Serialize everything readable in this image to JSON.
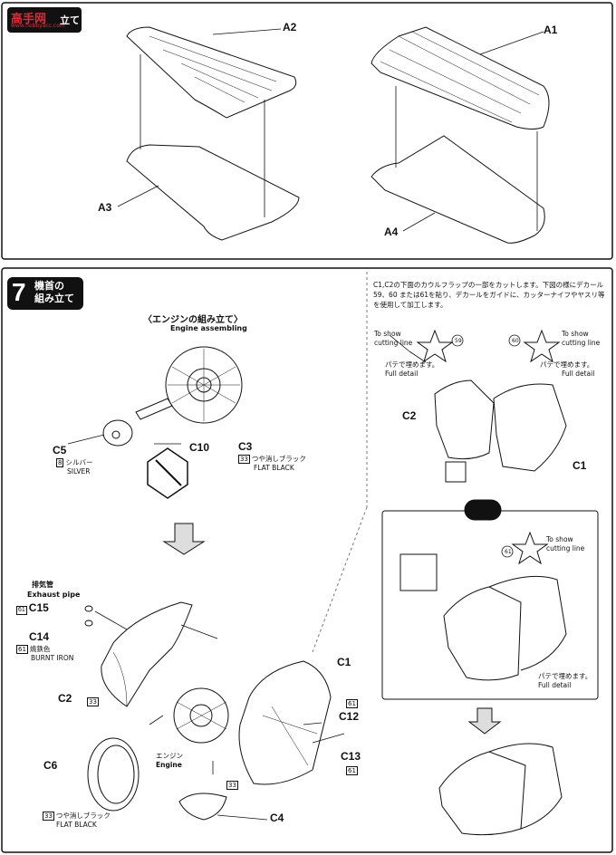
{
  "watermark": {
    "text": "高手网",
    "sub": "www.hobbyacc.com"
  },
  "step_top": {
    "title": "立て"
  },
  "step7": {
    "number": "7",
    "title_line1": "機首の",
    "title_line2": "組み立て"
  },
  "engine_section": {
    "title": "〈エンジンの組み立て〉",
    "subtitle": "Engine assembling"
  },
  "parts": {
    "A1": "A1",
    "A2": "A2",
    "A3": "A3",
    "A4": "A4",
    "C1": "C1",
    "C2": "C2",
    "C3": "C3",
    "C4": "C4",
    "C5": "C5",
    "C6": "C6",
    "C10": "C10",
    "C12": "C12",
    "C13": "C13",
    "C14": "C14",
    "C15": "C15"
  },
  "paints": {
    "silver_num": "8",
    "silver_jp": "シルバー",
    "silver_en": "SILVER",
    "flat_black_num": "33",
    "flat_black_jp": "つや消しブラック",
    "flat_black_en": "FLAT BLACK",
    "burnt_iron_num": "61",
    "burnt_iron_jp": "焼鉄色",
    "burnt_iron_en": "BURNT IRON",
    "num_61": "61",
    "num_33": "33"
  },
  "exhaust": {
    "jp": "排気管",
    "en": "Exhaust pipe"
  },
  "engine_label": {
    "jp": "エンジン",
    "en": "Engine"
  },
  "instruction": "C1,C2の下面のカウルフラップの一部をカットします。下図の様にデカール59、60 または61を貼り、デカールをガイドに、カッターナイフやヤスリ等を使用して加工します。",
  "callouts": {
    "to_show": "To show",
    "cutting_line": "cutting line",
    "putty_jp": "パテで埋めます。",
    "putty_en": "Full detail",
    "decal_59": "59",
    "decal_60": "60",
    "decal_61": "61"
  }
}
